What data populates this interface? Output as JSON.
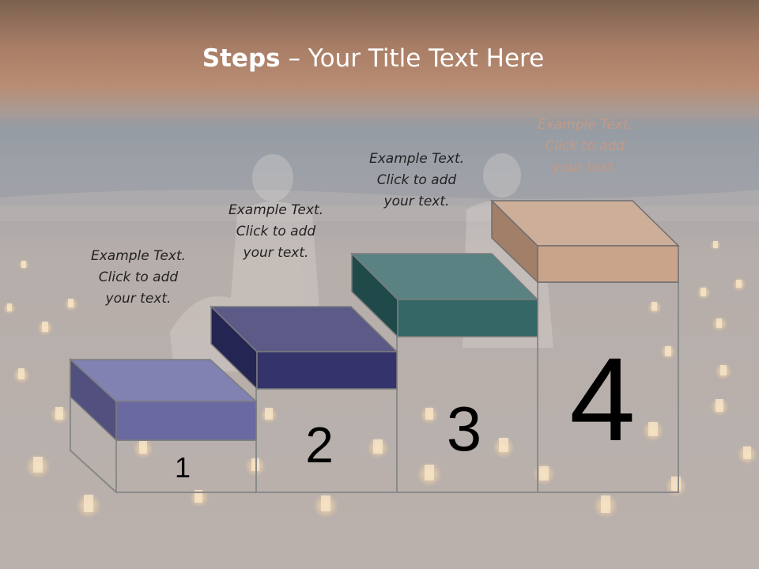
{
  "title": {
    "bold": "Steps",
    "rest": " – Your Title Text Here"
  },
  "steps": [
    {
      "number": "1",
      "caption": [
        "Example Text.",
        "Click  to add",
        "your text."
      ],
      "color": "#6f6fa6"
    },
    {
      "number": "2",
      "caption": [
        "Example Text.",
        "Click  to add",
        "your text."
      ],
      "color": "#34336b"
    },
    {
      "number": "3",
      "caption": [
        "Example Text.",
        "Click  to add",
        "your text."
      ],
      "color": "#356767"
    },
    {
      "number": "4",
      "caption": [
        "Example Text.",
        "Click  to add",
        "your text."
      ],
      "color": "#c69e83"
    }
  ]
}
